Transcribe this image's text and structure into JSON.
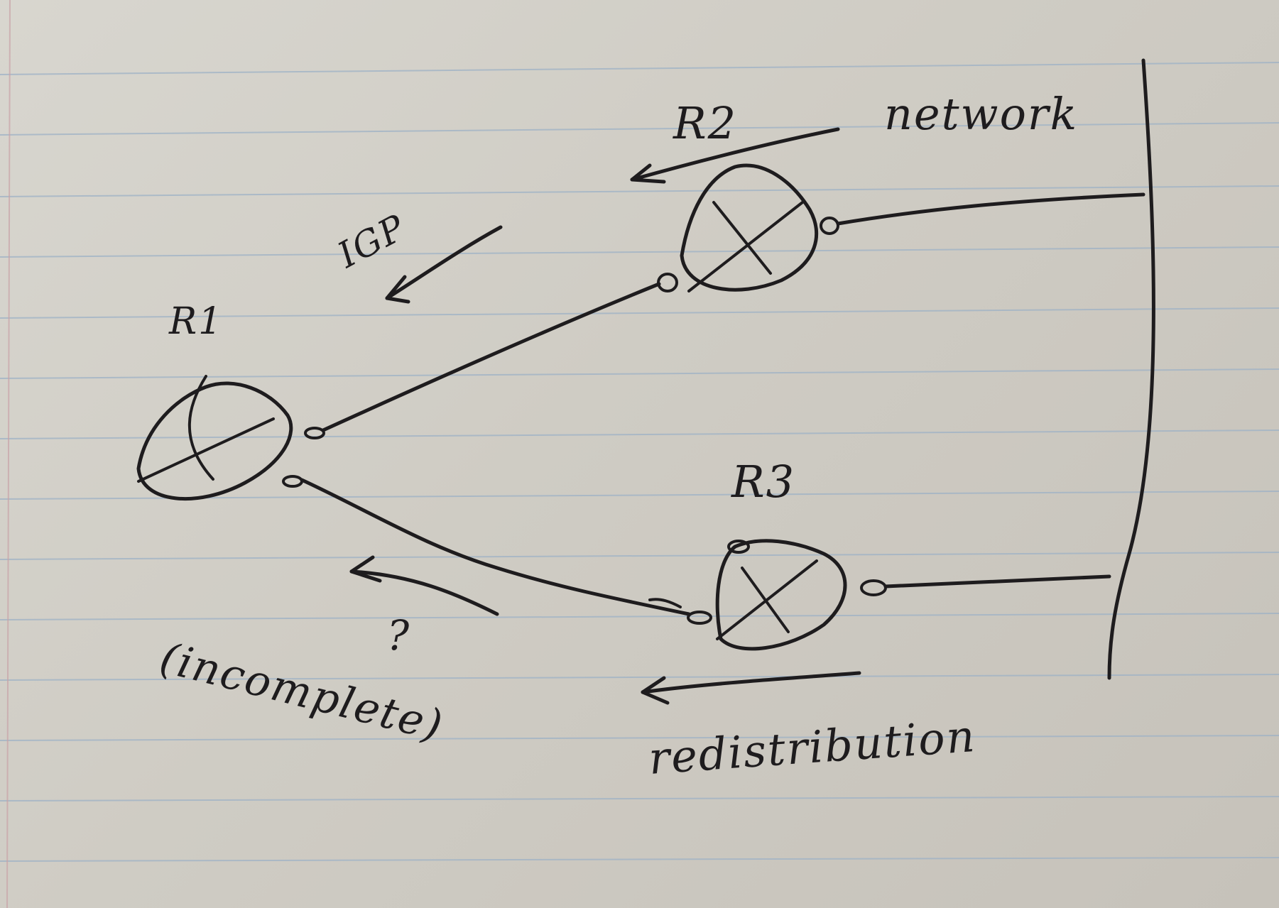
{
  "routers": {
    "r1": {
      "label": "R1"
    },
    "r2": {
      "label": "R2"
    },
    "r3": {
      "label": "R3"
    }
  },
  "annotations": {
    "network": "network",
    "igp": "IGP",
    "question": "?",
    "incomplete": "(incomplete)",
    "redistribution": "redistribution"
  },
  "colors": {
    "ink": "#1e1c1e",
    "paper": "#d3d0c9",
    "rule_line": "#9eb2c6"
  }
}
